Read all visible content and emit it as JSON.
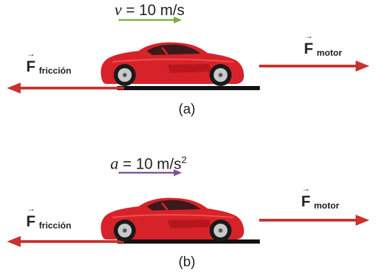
{
  "colors": {
    "force_arrow": "#c8322f",
    "velocity_arrow": "#7aad3f",
    "acceleration_arrow": "#7d4fa3",
    "car_body": "#d8222a",
    "ground": "#111111"
  },
  "panels": [
    {
      "id": "a",
      "motion_symbol": "v",
      "motion_value": "10 m/s",
      "motion_exponent": "",
      "friction_symbol": "F",
      "friction_subscript": "fricción",
      "motor_symbol": "F",
      "motor_subscript": "motor",
      "caption": "(a)"
    },
    {
      "id": "b",
      "motion_symbol": "a",
      "motion_value": "10 m/s",
      "motion_exponent": "2",
      "friction_symbol": "F",
      "friction_subscript": "fricción",
      "motor_symbol": "F",
      "motor_subscript": "motor",
      "caption": "(b)"
    }
  ]
}
